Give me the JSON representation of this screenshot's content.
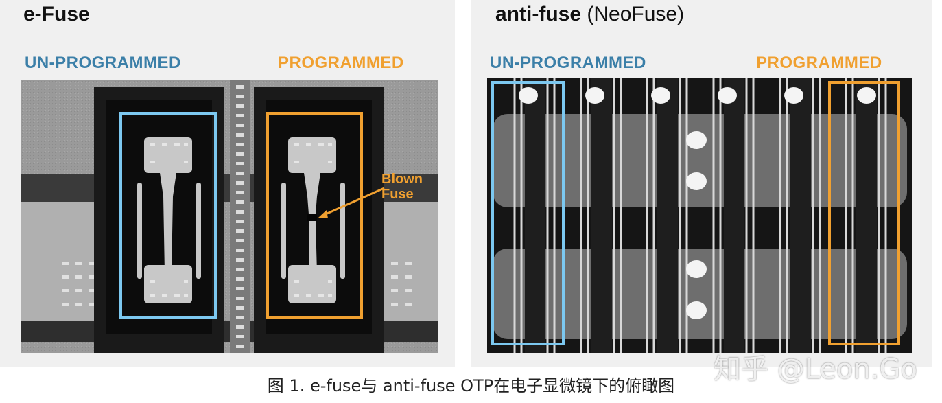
{
  "colors": {
    "unprogrammed": "#3b7fa8",
    "programmed": "#f0a030",
    "unprogrammed_box": "#7cc8f0",
    "programmed_box": "#f0a030"
  },
  "left_panel": {
    "title": "e-Fuse",
    "unprogrammed_label": "UN-PROGRAMMED",
    "programmed_label": "PROGRAMMED",
    "annotation": {
      "line1": "Blown",
      "line2": "Fuse"
    }
  },
  "right_panel": {
    "title_bold": "anti-fuse",
    "title_rest": " (NeoFuse)",
    "unprogrammed_label": "UN-PROGRAMMED",
    "programmed_label": "PROGRAMMED"
  },
  "caption": "图 1. e-fuse与 anti-fuse OTP在电子显微镜下的俯瞰图",
  "watermark": "知乎 @Leon.Go"
}
